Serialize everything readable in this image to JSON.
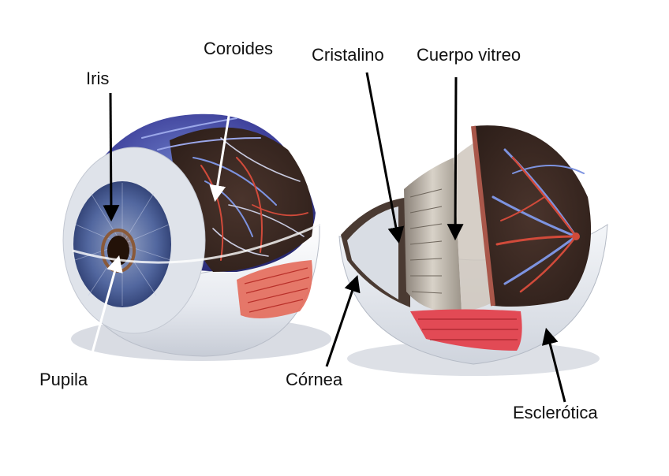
{
  "labels": {
    "iris": "Iris",
    "coroides": "Coroides",
    "cristalino": "Cristalino",
    "cuerpo_vitreo": "Cuerpo vitreo",
    "pupila": "Pupila",
    "cornea": "Córnea",
    "esclerotica": "Esclerótica"
  },
  "colors": {
    "sclera": "#e9ecf1",
    "choroid": "#3a2a24",
    "iris": "#4d6aa3",
    "pupil": "#2a1a10",
    "blue_vessel": "#6a8fe0",
    "red_vessel": "#d14a3a",
    "muscle": "#d84a4a",
    "lens": "#c9c2b6",
    "arrow_dark": "#000000",
    "arrow_light": "#ffffff"
  }
}
